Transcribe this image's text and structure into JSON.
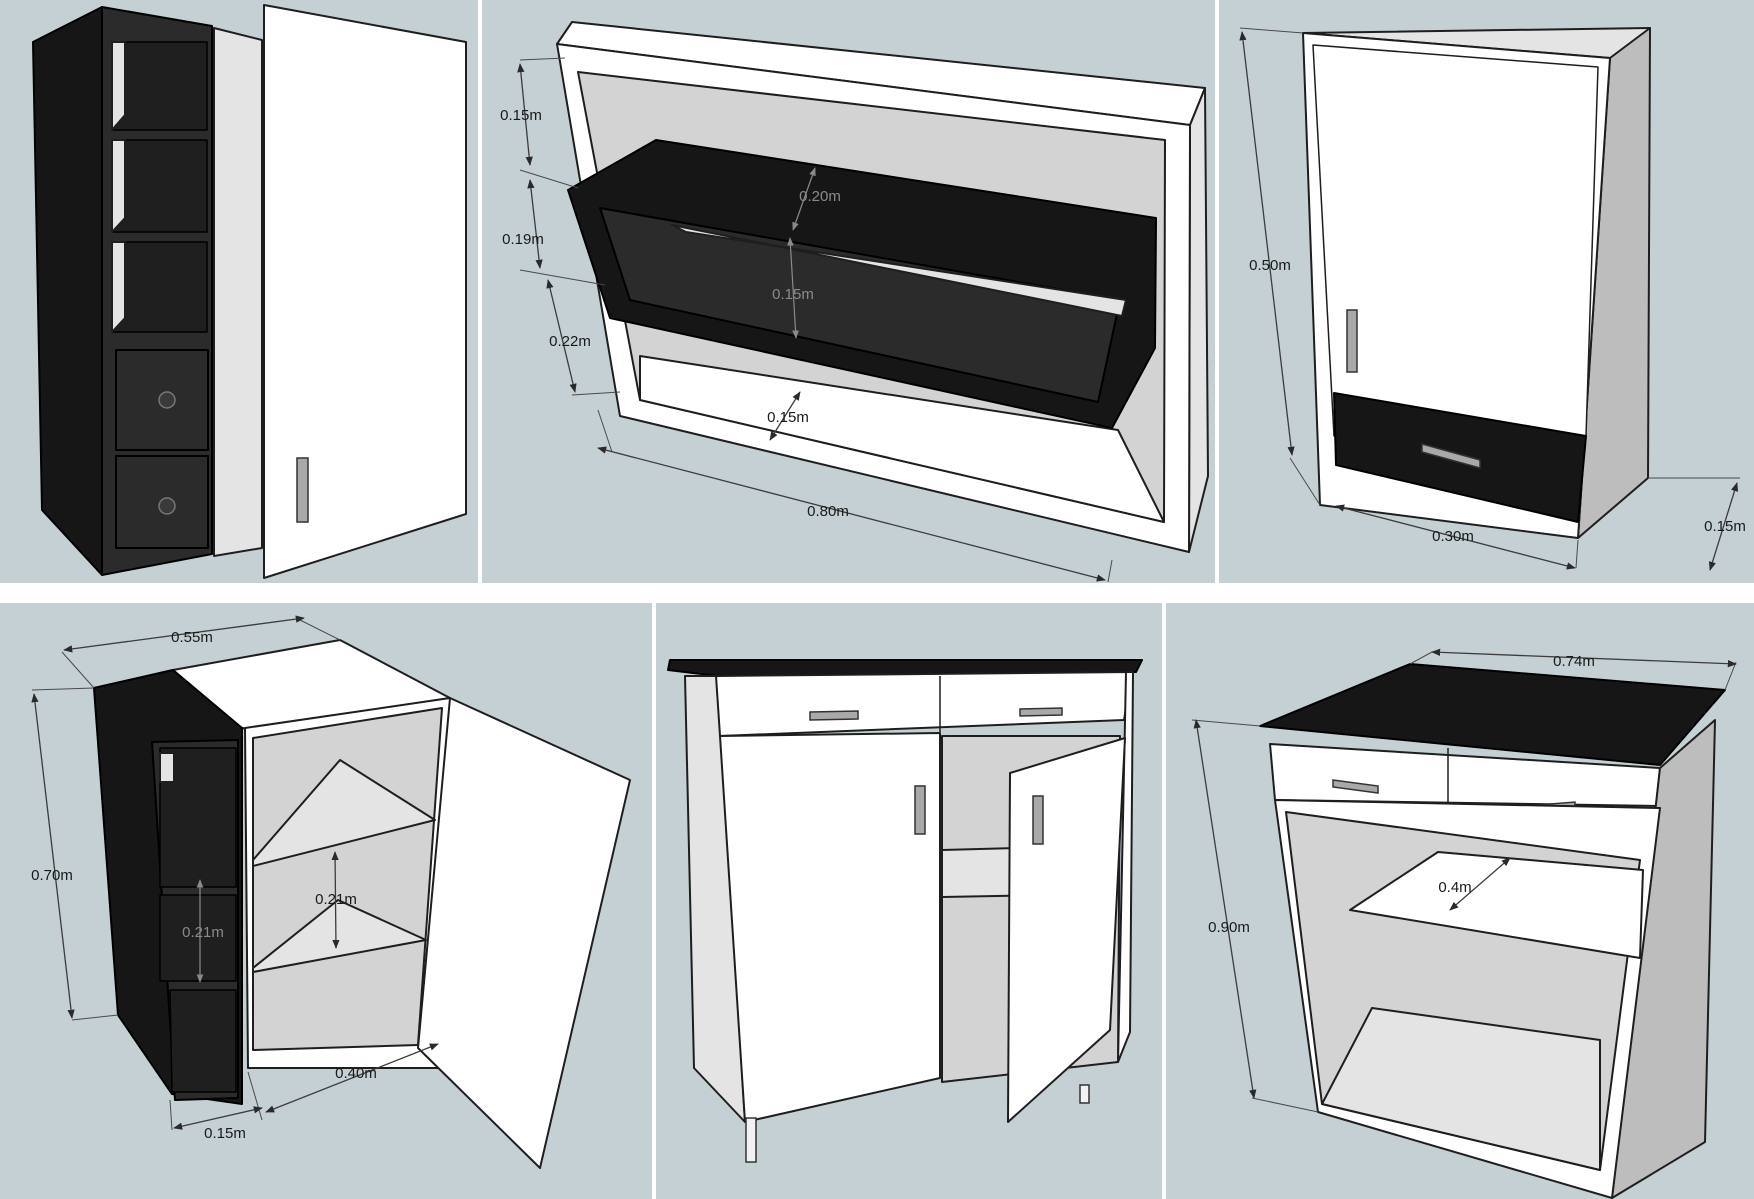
{
  "panels": [
    {
      "name": "tall-cabinet",
      "dimensions": []
    },
    {
      "name": "open-wall-shelf",
      "dimensions": [
        "0.15m",
        "0.19m",
        "0.22m",
        "0.20m",
        "0.15m",
        "0.15m",
        "0.80m"
      ]
    },
    {
      "name": "wall-cabinet-with-drawer",
      "dimensions": [
        "0.50m",
        "0.30m",
        "0.15m"
      ]
    },
    {
      "name": "corner-cabinet-with-side-shelf",
      "dimensions": [
        "0.55m",
        "0.70m",
        "0.21m",
        "0.21m",
        "0.40m",
        "0.15m"
      ]
    },
    {
      "name": "base-cabinet-two-doors",
      "dimensions": []
    },
    {
      "name": "counter-island-cabinet",
      "dimensions": [
        "0.74m",
        "0.90m",
        "0.4m"
      ]
    }
  ],
  "colors": {
    "background": "#c4d0d3",
    "panel_white": "#ffffff",
    "panel_black": "#161616",
    "handle": "#a9a9a9"
  }
}
